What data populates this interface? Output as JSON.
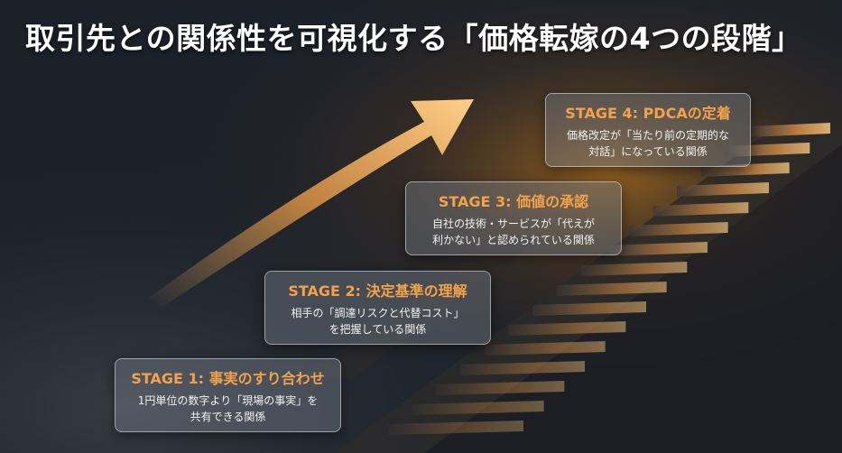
{
  "title": "取引先との関係性を可視化する「価格転嫁の4つの段階」",
  "stages": [
    {
      "heading": "STAGE 1: 事実のすり合わせ",
      "line1": "1円単位の数字より「現場の事実」を",
      "line2": "共有できる関係"
    },
    {
      "heading": "STAGE 2: 決定基準の理解",
      "line1": "相手の「調達リスクと代替コスト」",
      "line2": "を把握している関係"
    },
    {
      "heading": "STAGE 3: 価値の承認",
      "line1": "自社の技術・サービスが「代えが",
      "line2": "利かない」と認められている関係"
    },
    {
      "heading": "STAGE 4: PDCAの定着",
      "line1": "価格改定が「当たり前の定期的な",
      "line2": "対話」になっている関係"
    }
  ],
  "colors": {
    "accent": "#f3a24a",
    "background": "#1b2029",
    "arrow": "#f5b060"
  }
}
